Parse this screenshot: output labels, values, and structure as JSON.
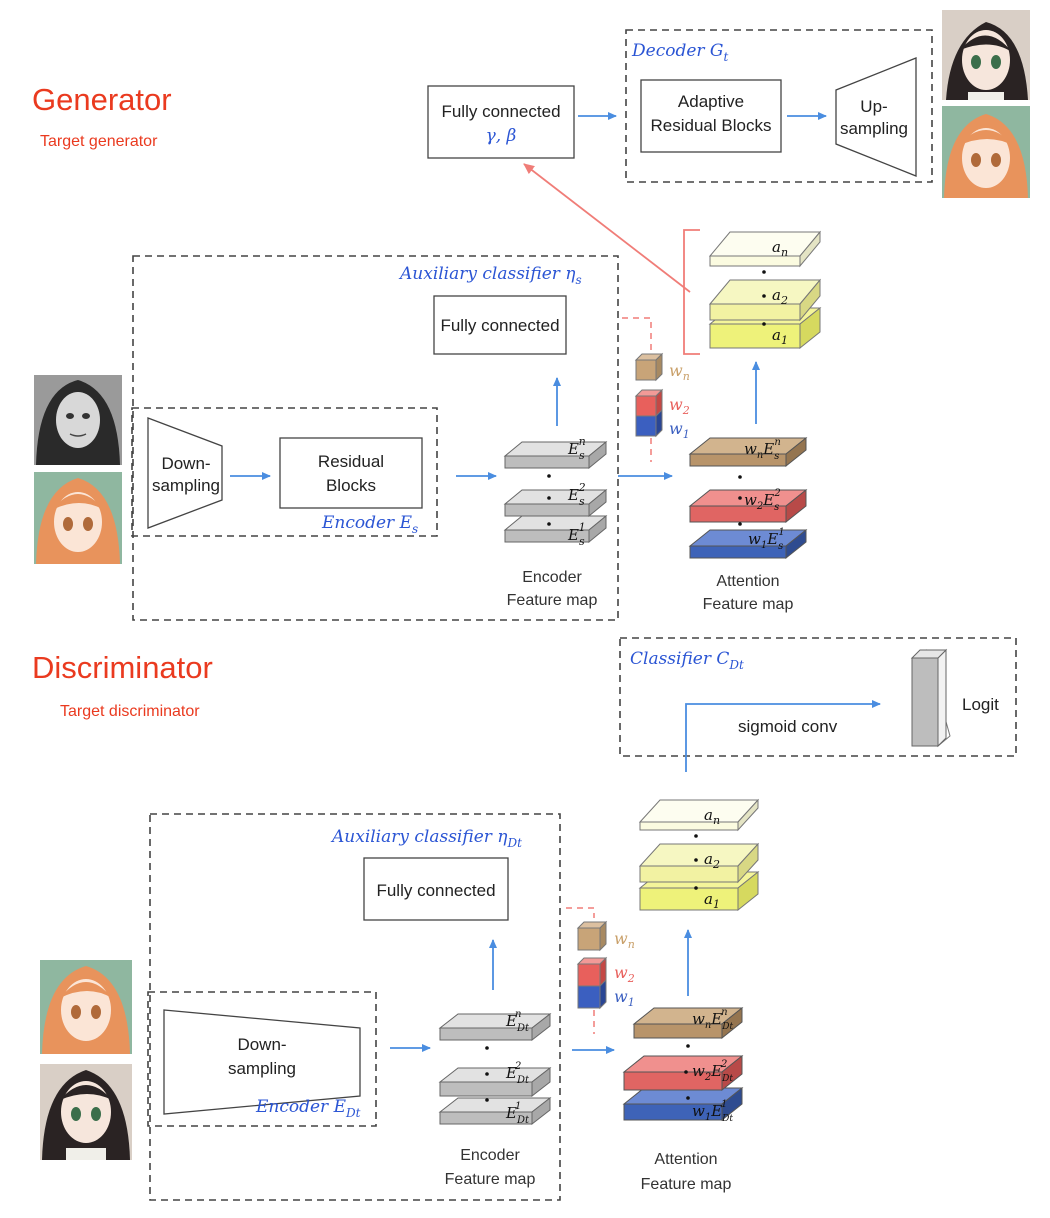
{
  "generator": {
    "title": "Generator",
    "subtitle": "Target generator",
    "decoder_label": "Decoder G",
    "decoder_sub": "t",
    "fc_label": "Fully connected",
    "gamma_beta": "γ, β",
    "adaptive_line1": "Adaptive",
    "adaptive_line2": "Residual Blocks",
    "up_line1": "Up-",
    "up_line2": "sampling",
    "aux_label": "Auxiliary classifier η",
    "aux_sub": "s",
    "aux_fc": "Fully connected",
    "down_line1": "Down-",
    "down_line2": "sampling",
    "res_line1": "Residual",
    "res_line2": "Blocks",
    "encoder_label": "Encoder E",
    "encoder_sub": "s",
    "enc_fm_line1": "Encoder",
    "enc_fm_line2": "Feature map",
    "att_fm_line1": "Attention",
    "att_fm_line2": "Feature map"
  },
  "discriminator": {
    "title": "Discriminator",
    "subtitle": "Target discriminator",
    "classifier_label": "Classifier C",
    "classifier_sub": "Dt",
    "sigmoid_label": "sigmoid conv",
    "logit_label": "Logit",
    "aux_label": "Auxiliary classifier η",
    "aux_sub": "Dt",
    "aux_fc": "Fully connected",
    "down_line1": "Down-",
    "down_line2": "sampling",
    "encoder_label": "Encoder E",
    "encoder_sub": "Dt",
    "enc_fm_line1": "Encoder",
    "enc_fm_line2": "Feature map",
    "att_fm_line1": "Attention",
    "att_fm_line2": "Feature map"
  },
  "weights": {
    "wn": "w",
    "wn_sub": "n",
    "w2": "w",
    "w2_sub": "2",
    "w1": "w",
    "w1_sub": "1"
  },
  "attention_labels": {
    "an": "a",
    "an_sub": "n",
    "a2": "a",
    "a2_sub": "2",
    "a1": "a",
    "a1_sub": "1"
  },
  "colors": {
    "accent_red": "#ea3a1f",
    "math_blue": "#2b55d4",
    "arrow_blue": "#4a8de0",
    "arrow_pink": "#f07d78",
    "gray_block": "#bdbdbd",
    "brown_block": "#b8946a",
    "red_block": "#e06563",
    "blue_block": "#3e63b8",
    "pale_yellow": "#fbfbe0",
    "mid_yellow": "#f2f2a2",
    "yellow": "#eef27a"
  }
}
